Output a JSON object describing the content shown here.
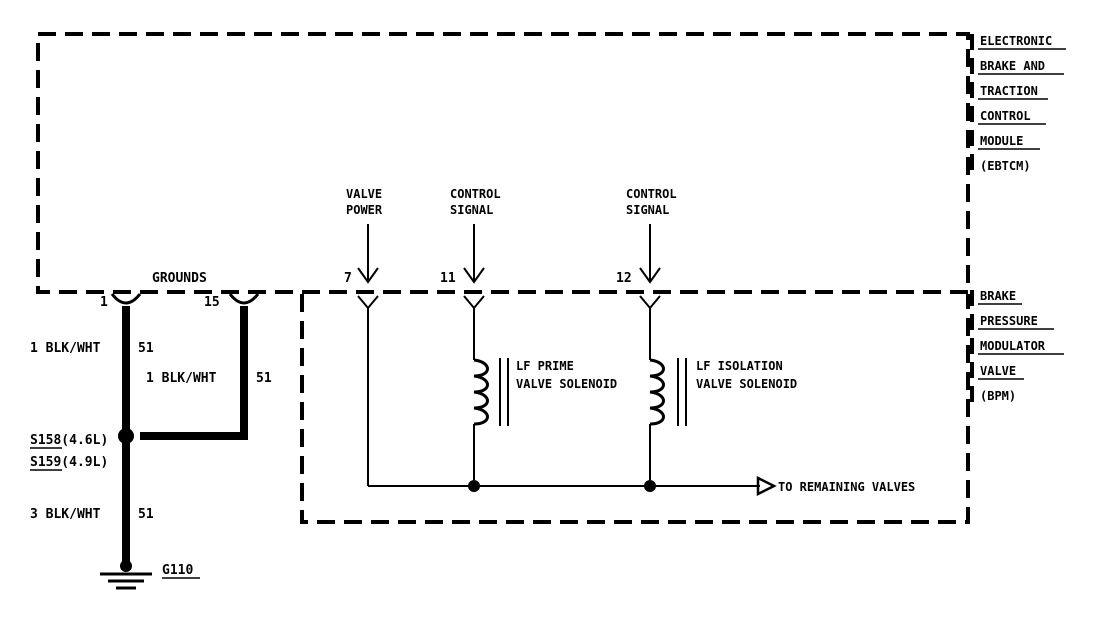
{
  "modules": {
    "ebtcm": {
      "lines": [
        "ELECTRONIC",
        "BRAKE AND",
        "TRACTION",
        "CONTROL",
        "MODULE",
        "(EBTCM)"
      ]
    },
    "bpm": {
      "lines": [
        "BRAKE",
        "PRESSURE",
        "MODULATOR",
        "VALVE",
        "(BPM)"
      ]
    }
  },
  "grounds_label": "GROUNDS",
  "ground_pins": [
    {
      "pin": "1",
      "wire": "1 BLK/WHT",
      "circuit": "51"
    },
    {
      "pin": "15",
      "wire": "1 BLK/WHT",
      "circuit": "51"
    }
  ],
  "splice": {
    "lines": [
      "S158(4.6L)",
      "S159(4.9L)"
    ]
  },
  "ground_wire": {
    "wire": "3 BLK/WHT",
    "circuit": "51"
  },
  "ground_point": "G110",
  "signals": [
    {
      "pin": "7",
      "lines": [
        "VALVE",
        "POWER"
      ]
    },
    {
      "pin": "11",
      "lines": [
        "CONTROL",
        "SIGNAL"
      ]
    },
    {
      "pin": "12",
      "lines": [
        "CONTROL",
        "SIGNAL"
      ]
    }
  ],
  "solenoids": [
    {
      "lines": [
        "LF PRIME",
        "VALVE SOLENOID"
      ]
    },
    {
      "lines": [
        "LF ISOLATION",
        "VALVE SOLENOID"
      ]
    }
  ],
  "remaining_label": "TO REMAINING VALVES"
}
